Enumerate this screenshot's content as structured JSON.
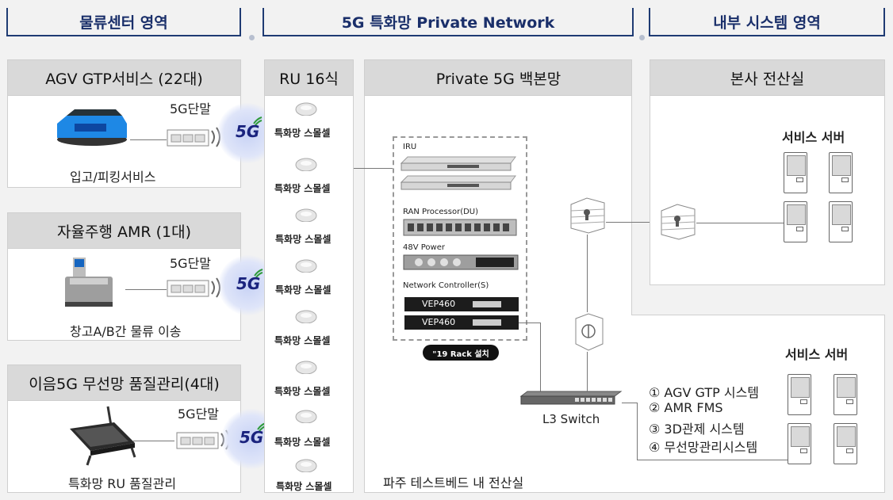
{
  "headers": {
    "left": "물류센터 영역",
    "middle": "5G 특화망 Private Network",
    "right": "내부 시스템 영역"
  },
  "services": [
    {
      "title": "AGV GTP서비스 (22대)",
      "terminal": "5G단말",
      "caption": "입고/피킹서비스",
      "badge": "5G"
    },
    {
      "title": "자율주행 AMR (1대)",
      "terminal": "5G단말",
      "caption": "창고A/B간 물류 이송",
      "badge": "5G"
    },
    {
      "title": "이음5G 무선망 품질관리(4대)",
      "terminal": "5G단말",
      "caption": "특화망 RU 품질관리",
      "badge": "5G"
    }
  ],
  "ru": {
    "title": "RU 16식",
    "cell_label": "특화망 스몰셀",
    "cells": [
      "특화망 스몰셀",
      "특화망 스몰셀",
      "특화망 스몰셀",
      "특화망 스몰셀",
      "특화망 스몰셀",
      "특화망 스몰셀",
      "특화망 스몰셀",
      "특화망 스몰셀"
    ]
  },
  "backbone": {
    "title": "Private 5G 백본망",
    "rack": {
      "iru_label": "IRU",
      "du_label": "RAN Processor(DU)",
      "power_label": "48V Power",
      "controller_label": "Network Controller(S)",
      "controller_units": [
        "VEP460",
        "VEP460"
      ],
      "rack_badge": "\"19 Rack 설치"
    },
    "switch_label": "L3 Switch",
    "location": "파주 테스트베드 내 전산실"
  },
  "hq": {
    "title": "본사 전산실",
    "servers_label": "서비스 서버"
  },
  "systems": {
    "servers_label": "서비스 서버",
    "items": [
      "① AGV GTP 시스템",
      "② AMR FMS",
      "③ 3D관제 시스템",
      "④ 무선망관리시스템"
    ]
  },
  "colors": {
    "header_border": "#1f3b73",
    "header_text": "#1a2f6a",
    "badge_text": "#1a237e",
    "badge_glow": "#c7d2f5",
    "badge_wave": "#2e9a3a"
  }
}
